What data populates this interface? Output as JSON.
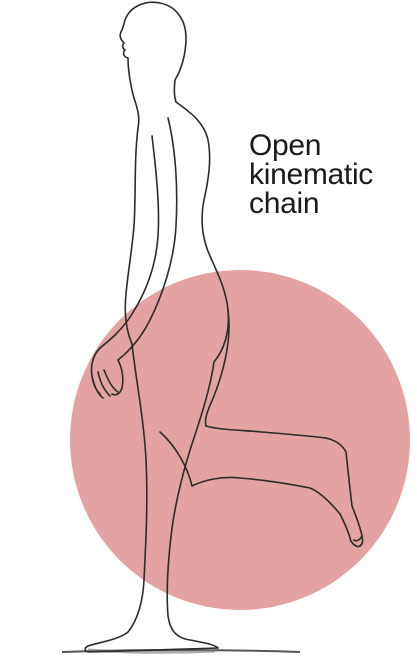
{
  "label": {
    "lines": [
      "Open",
      "kinematic",
      "chain"
    ]
  },
  "colors": {
    "highlight_circle": "#e3a3a3",
    "outline": "#2b2b2b",
    "background": "#ffffff"
  }
}
